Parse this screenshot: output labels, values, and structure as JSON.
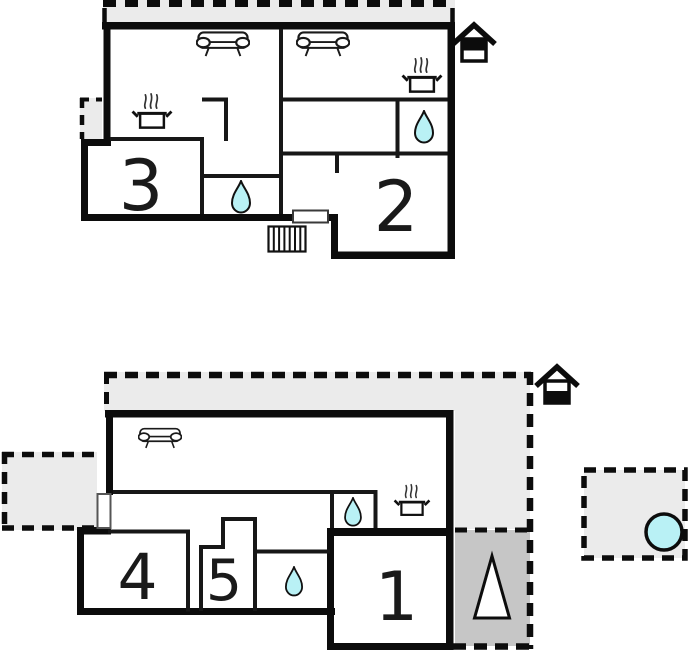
{
  "floors": {
    "upper": {
      "rooms": {
        "room3": "3",
        "room2": "2"
      },
      "icons": [
        "sofa-icon",
        "sofa-icon",
        "stove-pot-icon",
        "stove-pot-icon",
        "water-drop-icon",
        "water-drop-icon",
        "stairs-icon",
        "upper-floor-indicator-icon",
        "balcony-strip",
        "side-balcony-patch",
        "entry-door"
      ]
    },
    "lower": {
      "rooms": {
        "room4": "4",
        "room5": "5",
        "room1": "1"
      },
      "icons": [
        "sofa-icon",
        "stove-pot-icon",
        "water-drop-icon",
        "water-drop-icon",
        "direction-triangle-icon",
        "ground-floor-indicator-icon",
        "terrace-area",
        "patio-patch",
        "entry-door",
        "hot-tub-icon"
      ]
    }
  },
  "colors": {
    "wall": "#0c0c0c",
    "water_fill": "#b9f1f5",
    "terrace_light": "#ebebeb",
    "terrace_dark": "#c6c6c6",
    "icon_fill": "#ffffff"
  }
}
